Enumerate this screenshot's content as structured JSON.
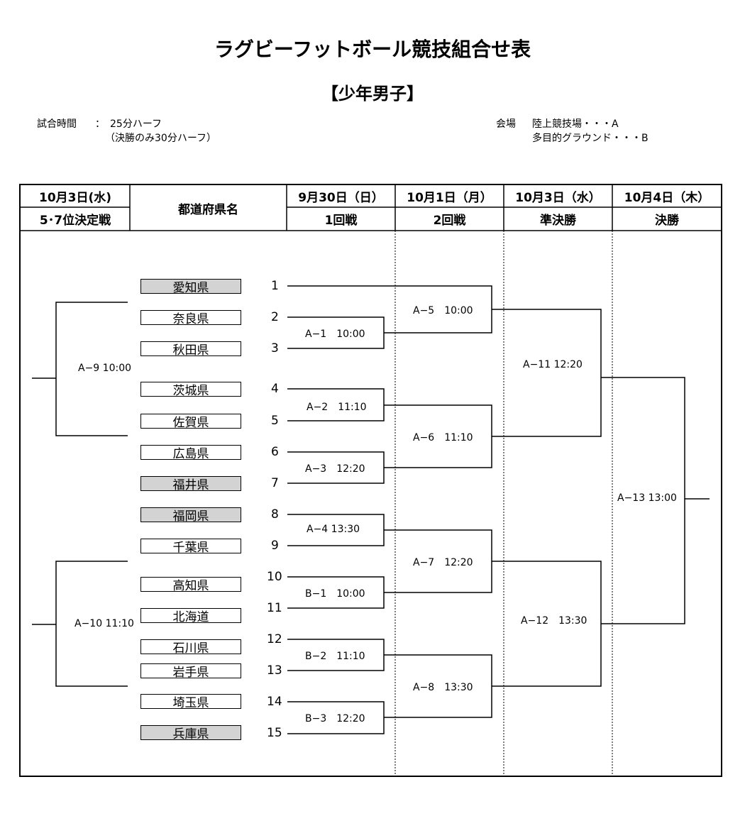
{
  "title": "ラグビーフットボール競技組合せ表",
  "subtitle": "【少年男子】",
  "info": {
    "time_label": "試合時間",
    "time_colon": "：",
    "time_value": "25分ハーフ",
    "time_note": "（決勝のみ30分ハーフ）",
    "venue_label": "会場",
    "venue_a": "陸上競技場・・・A",
    "venue_b": "多目的グラウンド・・・B"
  },
  "header": {
    "placement_date": "10月3日(水)",
    "placement_round": "5･7位決定戦",
    "prefecture": "都道府県名",
    "round1_date": "9月30日（日）",
    "round1": "1回戦",
    "round2_date": "10月1日（月）",
    "round2": "2回戦",
    "semi_date": "10月3日（水）",
    "semi": "準決勝",
    "final_date": "10月4日（木）",
    "final": "決勝"
  },
  "teams": [
    {
      "no": "1",
      "name": "愛知県",
      "seed": true
    },
    {
      "no": "2",
      "name": "奈良県",
      "seed": false
    },
    {
      "no": "3",
      "name": "秋田県",
      "seed": false
    },
    {
      "no": "4",
      "name": "茨城県",
      "seed": false
    },
    {
      "no": "5",
      "name": "佐賀県",
      "seed": false
    },
    {
      "no": "6",
      "name": "広島県",
      "seed": false
    },
    {
      "no": "7",
      "name": "福井県",
      "seed": true
    },
    {
      "no": "8",
      "name": "福岡県",
      "seed": true
    },
    {
      "no": "9",
      "name": "千葉県",
      "seed": false
    },
    {
      "no": "10",
      "name": "高知県",
      "seed": false
    },
    {
      "no": "11",
      "name": "北海道",
      "seed": false
    },
    {
      "no": "12",
      "name": "石川県",
      "seed": false
    },
    {
      "no": "13",
      "name": "岩手県",
      "seed": false
    },
    {
      "no": "14",
      "name": "埼玉県",
      "seed": false
    },
    {
      "no": "15",
      "name": "兵庫県",
      "seed": true
    }
  ],
  "matches": {
    "a1": "A−1　10:00",
    "a2": "A−2　11:10",
    "a3": "A−3　12:20",
    "a4": "A−4 13:30",
    "b1": "B−1　10:00",
    "b2": "B−2　11:10",
    "b3": "B−3　12:20",
    "a5": "A−5　10:00",
    "a6": "A−6　11:10",
    "a7": "A−7　12:20",
    "a8": "A−8　13:30",
    "a9": "A−9 10:00",
    "a10": "A−10 11:10",
    "a11": "A−11 12:20",
    "a12": "A−12　13:30",
    "a13": "A−13 13:00"
  }
}
